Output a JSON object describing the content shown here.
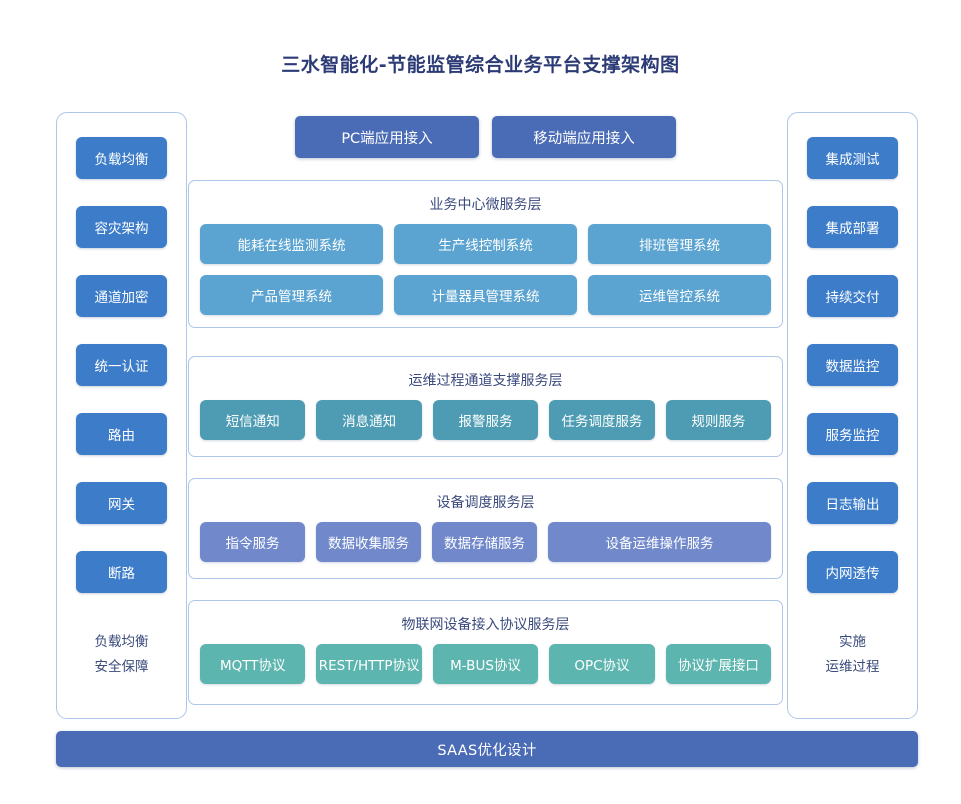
{
  "header": {
    "title": "三水智能化-节能监管综合业务平台支撑架构图"
  },
  "access": {
    "buttons": [
      {
        "label": "PC端应用接入"
      },
      {
        "label": "移动端应用接入"
      }
    ]
  },
  "left_panel": {
    "items": [
      {
        "label": "负载均衡"
      },
      {
        "label": "容灾架构"
      },
      {
        "label": "通道加密"
      },
      {
        "label": "统一认证"
      },
      {
        "label": "路由"
      },
      {
        "label": "网关"
      },
      {
        "label": "断路"
      }
    ],
    "footer": [
      "负载均衡",
      "安全保障"
    ]
  },
  "right_panel": {
    "items": [
      {
        "label": "集成测试"
      },
      {
        "label": "集成部署"
      },
      {
        "label": "持续交付"
      },
      {
        "label": "数据监控"
      },
      {
        "label": "服务监控"
      },
      {
        "label": "日志输出"
      },
      {
        "label": "内网透传"
      }
    ],
    "footer": [
      "实施",
      "运维过程"
    ]
  },
  "layers": [
    {
      "id": "business",
      "title": "业务中心微服务层",
      "color": "#5ba3d0",
      "rows": [
        [
          "能耗在线监测系统",
          "生产线控制系统",
          "排班管理系统"
        ],
        [
          "产品管理系统",
          "计量器具管理系统",
          "运维管控系统"
        ]
      ]
    },
    {
      "id": "ops",
      "title": "运维过程通道支撑服务层",
      "color": "#4d9cb3",
      "rows": [
        [
          "短信通知",
          "消息通知",
          "报警服务",
          "任务调度服务",
          "规则服务"
        ]
      ]
    },
    {
      "id": "device",
      "title": "设备调度服务层",
      "color": "#7189cb",
      "rows": [
        [
          "指令服务",
          "数据收集服务",
          "数据存储服务",
          "设备运维操作服务"
        ]
      ]
    },
    {
      "id": "iot",
      "title": "物联网设备接入协议服务层",
      "color": "#5cb5ae",
      "rows": [
        [
          "MQTT协议",
          "REST/HTTP协议",
          "M-BUS协议",
          "OPC协议",
          "协议扩展接口"
        ]
      ]
    }
  ],
  "footer_bar": {
    "label": "SAAS优化设计"
  },
  "theme": {
    "title_color": "#2c3b75",
    "panel_border": "#aec6e8",
    "sidebar_btn": "#3d7cc9",
    "access_btn": "#4a6bb5",
    "saas_bar": "#4a6bb5",
    "layer_label": "#3b4a7d",
    "background": "#ffffff"
  }
}
